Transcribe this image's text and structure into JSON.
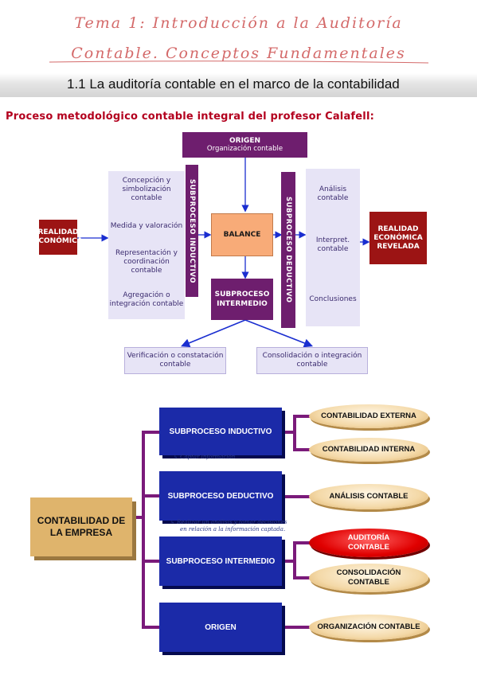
{
  "header": {
    "title_line1": "Tema 1: Introducción a la Auditoría",
    "title_line2": "Contable. Conceptos Fundamentales",
    "section": "1.1 La auditoría contable en el marco de la contabilidad",
    "subtitle": "Proceso metodológico contable integral del profesor Calafell:"
  },
  "diagram1": {
    "origen_title": "ORIGEN",
    "origen_sub": "Organización contable",
    "realidad_in": "REALIDAD ECONÓMICA",
    "left_items": [
      "Concepción y simbolización contable",
      "Medida y valoración",
      "Representación y coordinación contable",
      "Agregación o integración contable"
    ],
    "inductivo": "SUBPROCESO INDUCTIVO",
    "balance": "BALANCE",
    "intermedio": "SUBPROCESO INTERMEDIO",
    "deductivo": "SUBPROCESO DEDUCTIVO",
    "right_items": [
      "Análisis contable",
      "Interpret. contable",
      "Conclusiones"
    ],
    "realidad_out": "REALIDAD ECONÓMICA REVELADA",
    "out_left": "Verificación o constatación contable",
    "out_right": "Consolidación o integración contable"
  },
  "diagram2": {
    "root": "CONTABILIDAD DE LA EMPRESA",
    "inductivo": "SUBPROCESO INDUCTIVO",
    "deductivo": "SUBPROCESO DEDUCTIVO",
    "intermedio": "SUBPROCESO INTERMEDIO",
    "origen": "ORIGEN",
    "leaf_externa": "CONTABILIDAD EXTERNA",
    "leaf_interna": "CONTABILIDAD INTERNA",
    "leaf_analisis": "ANÁLISIS CONTABLE",
    "leaf_auditoria": "AUDITORÍA CONTABLE",
    "leaf_consolidacion": "CONSOLIDACIÓN CONTABLE",
    "leaf_organizacion": "ORGANIZACIÓN CONTABLE",
    "note1": "↳ Captar información",
    "note2_line1": "↳ Realizar un análisis y tomar decisiones",
    "note2_line2": "en relación a la información captada."
  },
  "colors": {
    "title": "#d46a6a",
    "subtitle": "#b3001e",
    "purple": "#6e1e6e",
    "dark_red": "#9c1414",
    "orange": "#f8ab78",
    "lavender": "#e7e4f6",
    "blue": "#1b2aa8",
    "tan": "#dfb46c",
    "connector": "#7a1a7a",
    "arrow": "#1a2ed0"
  }
}
